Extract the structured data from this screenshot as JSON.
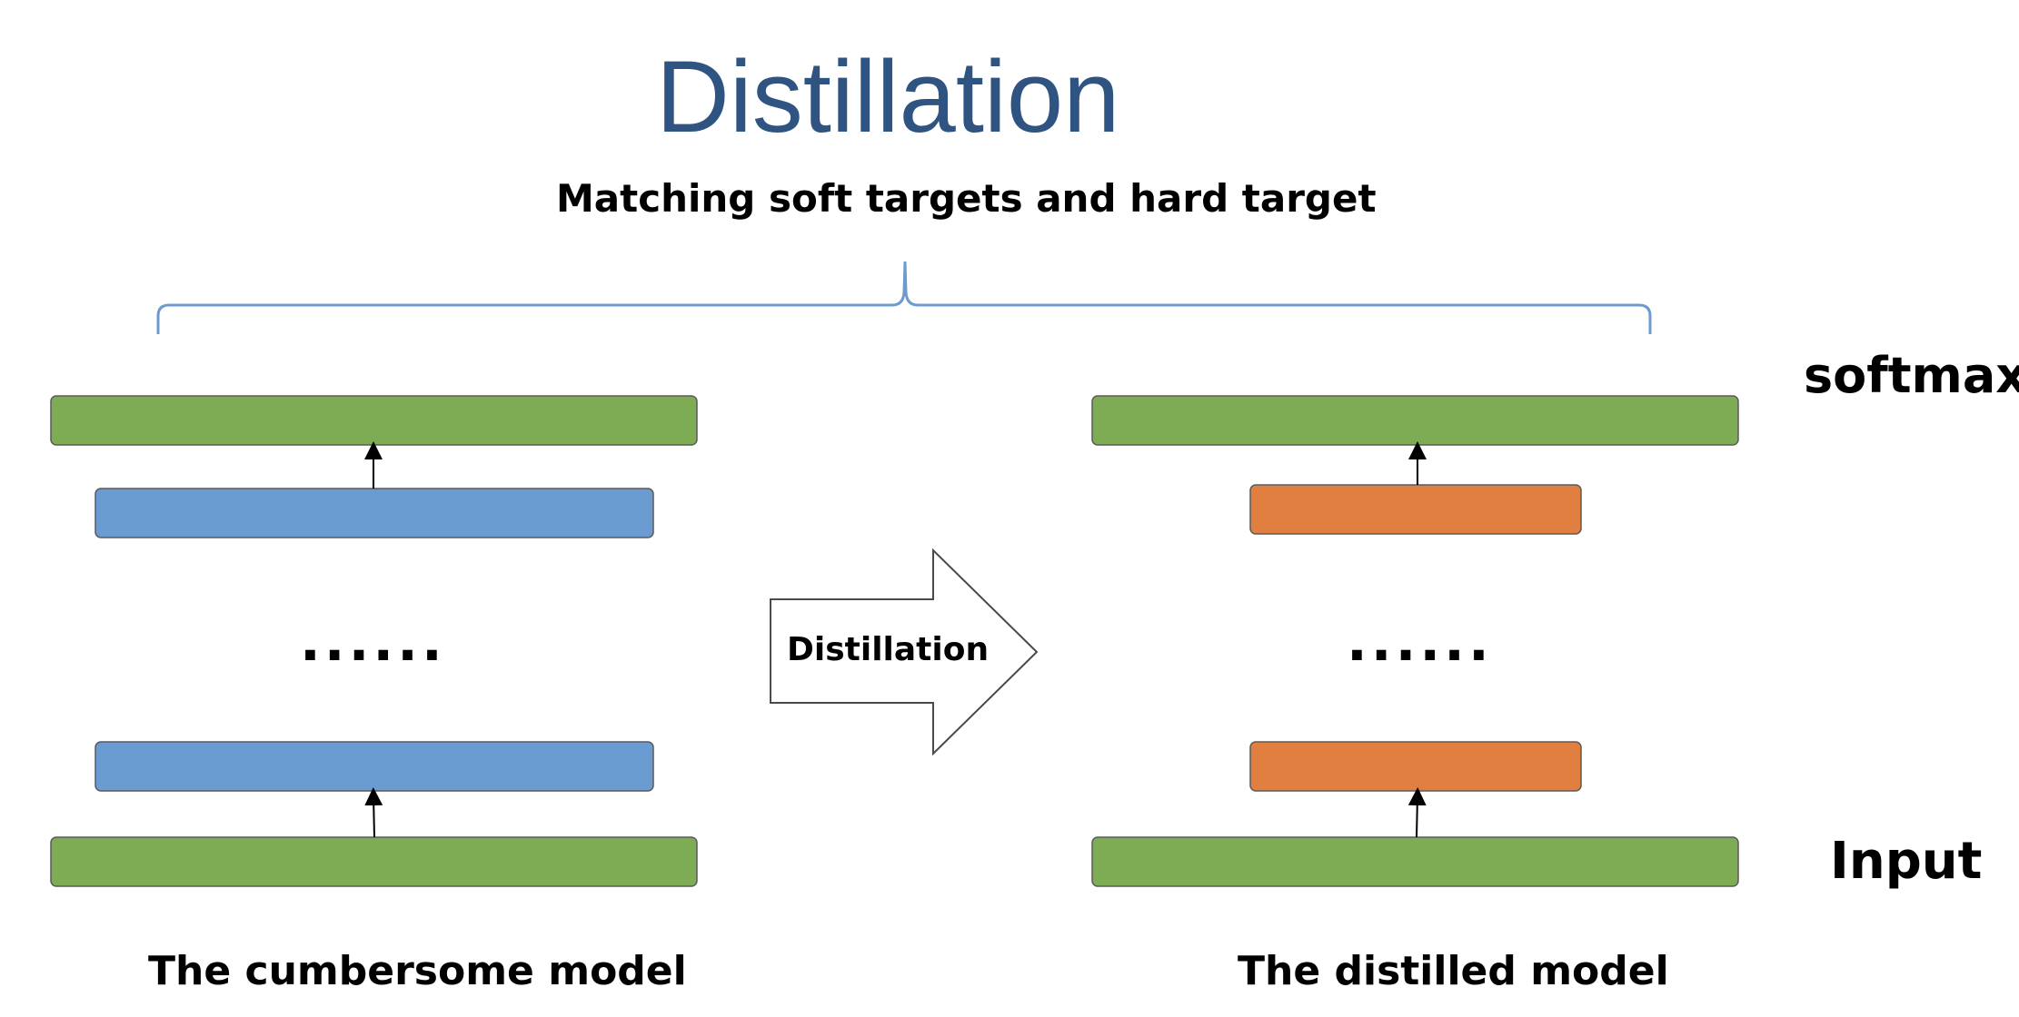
{
  "title": "Distillation",
  "subtitle": "Matching soft targets and hard target",
  "labels": {
    "softmax": "softmax",
    "input": "Input"
  },
  "arrow": {
    "label": "Distillation"
  },
  "models": {
    "left": {
      "caption": "The cumbersome model",
      "ellipsis": "......"
    },
    "right": {
      "caption": "The distilled model",
      "ellipsis": "......"
    }
  },
  "colors": {
    "title": "#2F5482",
    "brace": "#6D9BD0",
    "softmax_input_layer": "#7EAC55",
    "teacher_hidden_layer": "#6A9BD1",
    "student_hidden_layer": "#E07F40",
    "layer_border": "#5A5A5A"
  }
}
